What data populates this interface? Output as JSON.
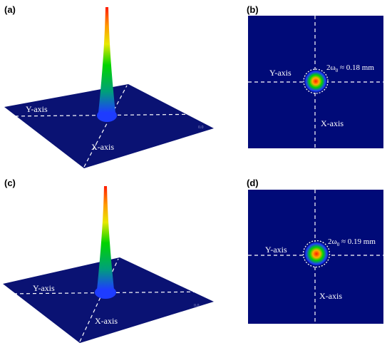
{
  "colors": {
    "background": "#000a78",
    "plate": "#0a1273",
    "axis_line": "#ffffff",
    "beam_peak": "#ff1a00",
    "beam_mid": "#00d400",
    "beam_base": "#1e3cff"
  },
  "panels": [
    {
      "label": "(a)",
      "kind": "3d-profile",
      "x_axis_label": "X-axis",
      "y_axis_label": "Y-axis",
      "tick_label": "0.0"
    },
    {
      "label": "(b)",
      "kind": "2d-intensity",
      "x_axis_label": "X-axis",
      "y_axis_label": "Y-axis",
      "diameter_label": "2ω",
      "diameter_sub": "0",
      "diameter_value": " ≈ 0.18 mm"
    },
    {
      "label": "(c)",
      "kind": "3d-profile",
      "x_axis_label": "X-axis",
      "y_axis_label": "Y-axis",
      "tick_label": "0.0"
    },
    {
      "label": "(d)",
      "kind": "2d-intensity",
      "x_axis_label": "X-axis",
      "y_axis_label": "Y-axis",
      "diameter_label": "2ω",
      "diameter_sub": "0",
      "diameter_value": " ≈ 0.19 mm"
    }
  ]
}
